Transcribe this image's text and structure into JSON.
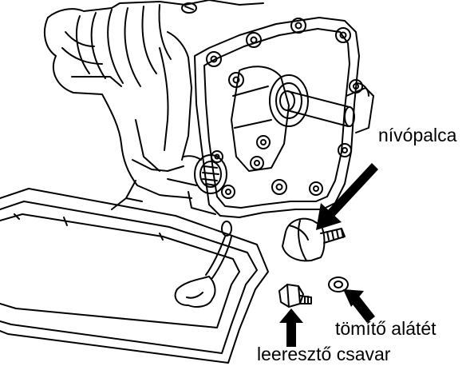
{
  "labels": {
    "dipstick": "nívópalca",
    "sealing_washer": "tömítő alátét",
    "drain_bolt": "leeresztő csavar"
  },
  "colors": {
    "line": "#000000",
    "background": "#ffffff",
    "oil": "#ffffff"
  },
  "icons": {
    "engine": "engine-illustration",
    "oil_pan": "drain-pan-illustration",
    "dipstick": "dipstick-cap-icon",
    "drain_bolt": "drain-bolt-icon",
    "washer": "washer-icon",
    "arrow": "pointer-arrow-icon"
  }
}
